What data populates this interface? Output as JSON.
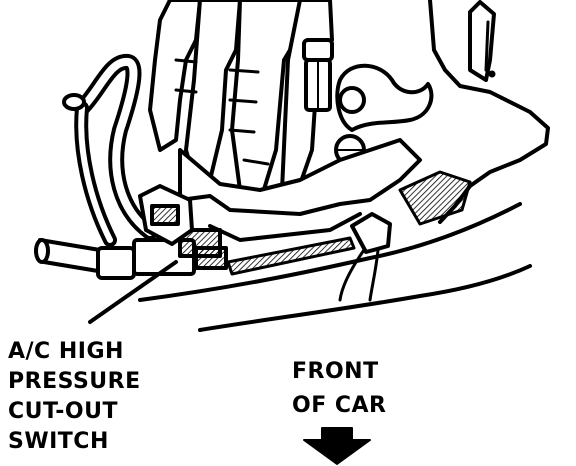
{
  "colors": {
    "ink": "#000000",
    "paper": "#ffffff",
    "hatch": "#777777"
  },
  "callout": {
    "lines": [
      "A/C HIGH",
      "PRESSURE",
      "CUT-OUT",
      "SWITCH"
    ]
  },
  "orientation": {
    "lines": [
      "FRONT",
      "OF CAR"
    ],
    "arrow_icon": "down-arrow-icon"
  }
}
